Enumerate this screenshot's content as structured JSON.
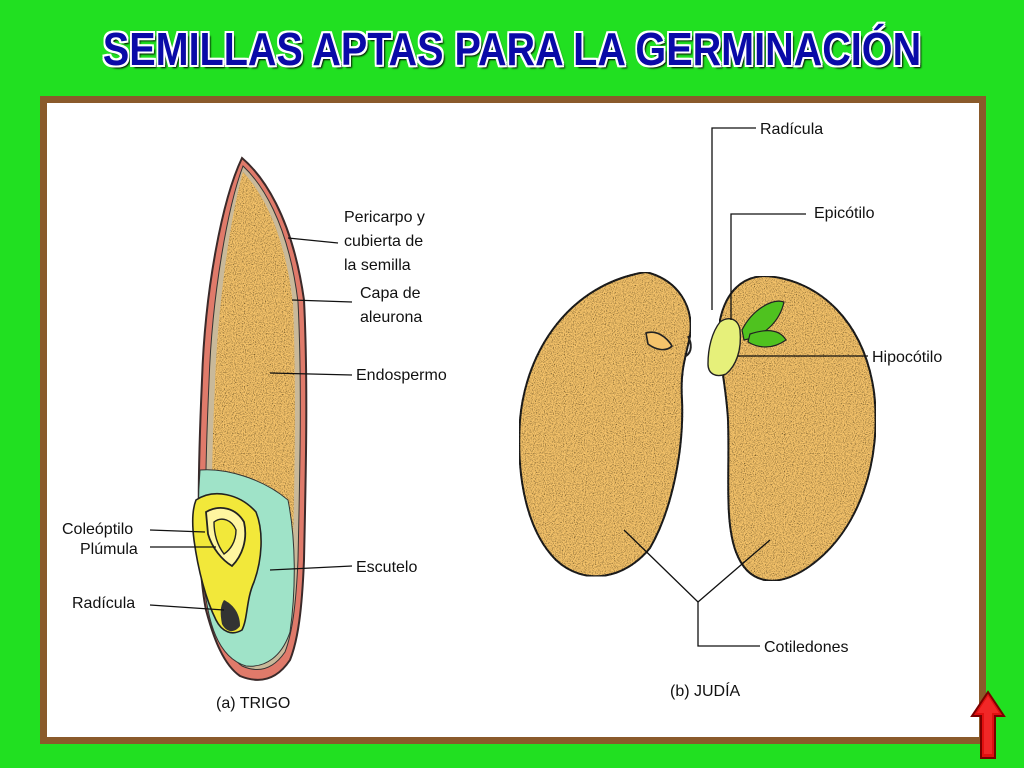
{
  "title": "SEMILLAS APTAS PARA LA GERMINACIÓN",
  "wheat": {
    "caption": "(a) TRIGO",
    "labels": {
      "pericarp_1": "Pericarpo y",
      "pericarp_2": "cubierta de",
      "pericarp_3": "la semilla",
      "aleurone_1": "Capa de",
      "aleurone_2": "aleurona",
      "endosperm": "Endospermo",
      "coleoptile": "Coleóptilo",
      "plumule": "Plúmula",
      "scutellum": "Escutelo",
      "radicle": "Radícula"
    }
  },
  "bean": {
    "caption": "(b) JUDÍA",
    "labels": {
      "radicle": "Radícula",
      "epicotyl": "Epicótilo",
      "hypocotyl": "Hipocótilo",
      "cotyledons": "Cotiledones"
    }
  },
  "colors": {
    "background": "#21e021",
    "title": "#0a0aa8",
    "frame": "#8a5a2b",
    "seed_fill": "#f5c36b",
    "scutellum": "#9fe3c8",
    "embryo": "#f2e83a",
    "pericarp": "#e07a6a",
    "epicotyl_leaf": "#4fc21f",
    "home_arrow": "#e01010"
  },
  "icons": {
    "home": "red-up-arrow-icon"
  }
}
